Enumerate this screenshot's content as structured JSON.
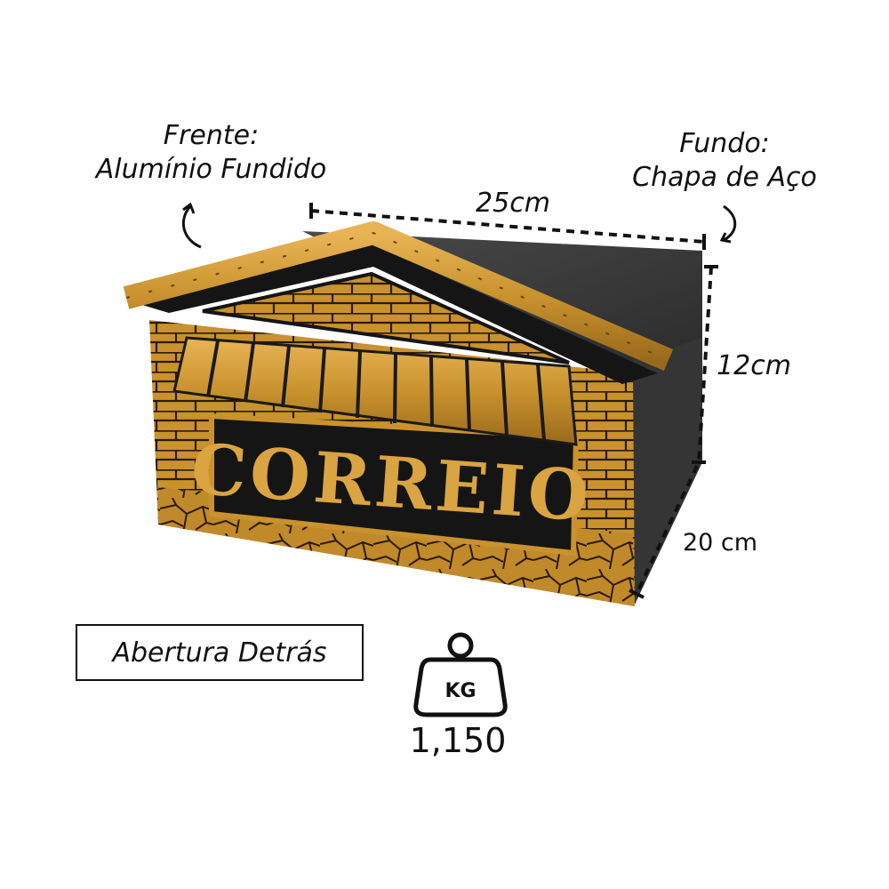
{
  "labels": {
    "front_title": "Frente:",
    "front_material": "Alumínio Fundido",
    "back_title": "Fundo:",
    "back_material": "Chapa de Aço",
    "width": "25cm",
    "height": "12cm",
    "depth": "20 cm",
    "opening": "Abertura Detrás",
    "weight_unit": "KG",
    "weight": "1,150"
  },
  "product": {
    "sign_text": "CORREIO",
    "colors": {
      "gold": "#c9922e",
      "gold_highlight": "#e8b455",
      "black": "#151515",
      "body_gray": "#3d3d3d"
    }
  }
}
